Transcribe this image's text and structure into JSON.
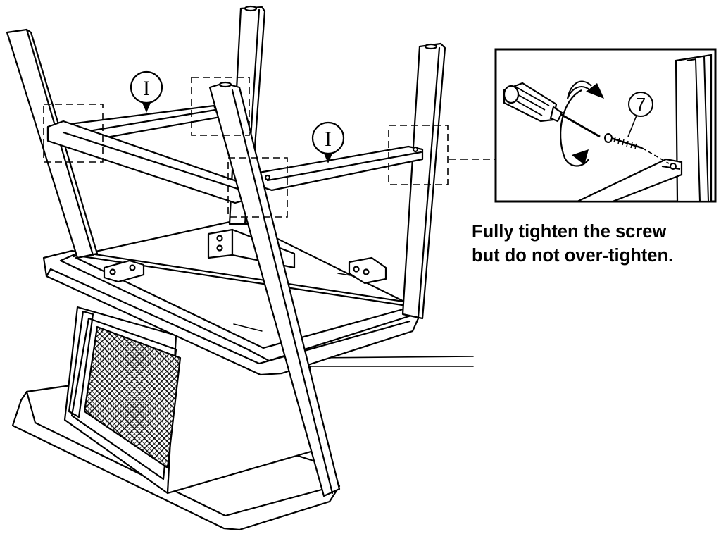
{
  "callouts": {
    "rail_label_left": "I",
    "rail_label_right": "I",
    "screw_part_number": "7"
  },
  "instruction": {
    "line1": "Fully tighten the screw",
    "line2": "but do not over-tighten."
  },
  "icons": {
    "screwdriver": "screwdriver-icon",
    "rotation_arrow": "clockwise-rotation-arrow-icon",
    "screw": "wood-screw-icon"
  },
  "colors": {
    "ink": "#000000",
    "paper": "#ffffff"
  }
}
